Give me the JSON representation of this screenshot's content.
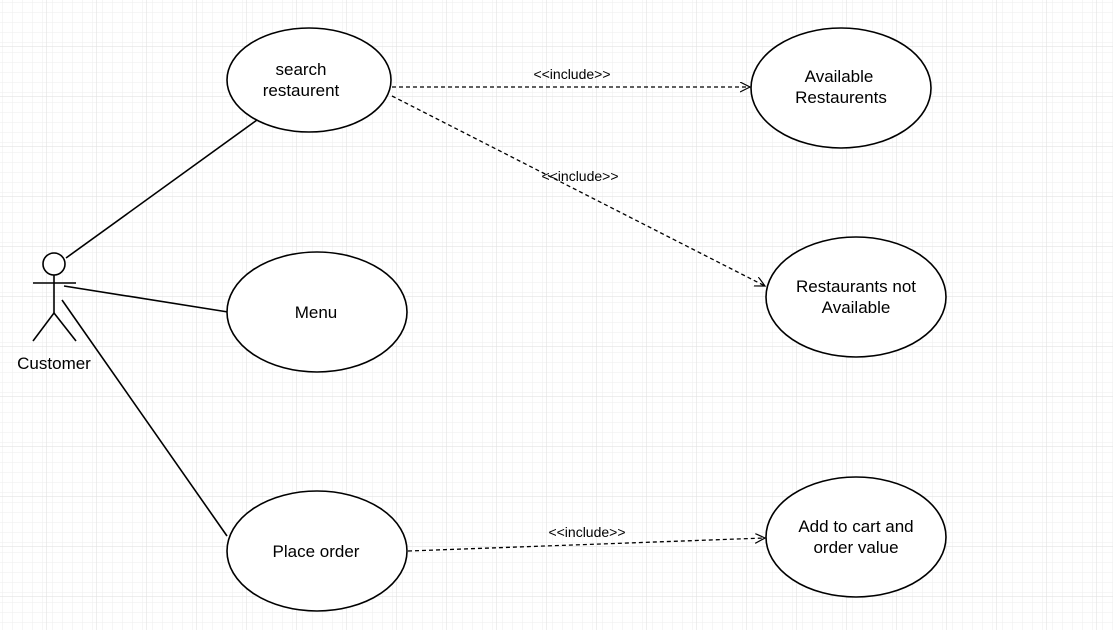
{
  "actor": {
    "name": "Customer"
  },
  "use_cases": {
    "search_restaurent": {
      "lines": [
        "search",
        "restaurent"
      ]
    },
    "menu": {
      "lines": [
        "Menu"
      ]
    },
    "place_order": {
      "lines": [
        "Place order"
      ]
    },
    "available_restaurents": {
      "lines": [
        "Available",
        "Restaurents"
      ]
    },
    "restaurants_not_available": {
      "lines": [
        "Restaurants not",
        "Available"
      ]
    },
    "add_to_cart": {
      "lines": [
        "Add to cart and",
        "order value"
      ]
    }
  },
  "relations": {
    "include_1": "<<include>>",
    "include_2": "<<include>>",
    "include_3": "<<include>>"
  },
  "colors": {
    "grid_minor": "#eeeeee",
    "grid_major": "#dddddd",
    "stroke": "#000000"
  }
}
